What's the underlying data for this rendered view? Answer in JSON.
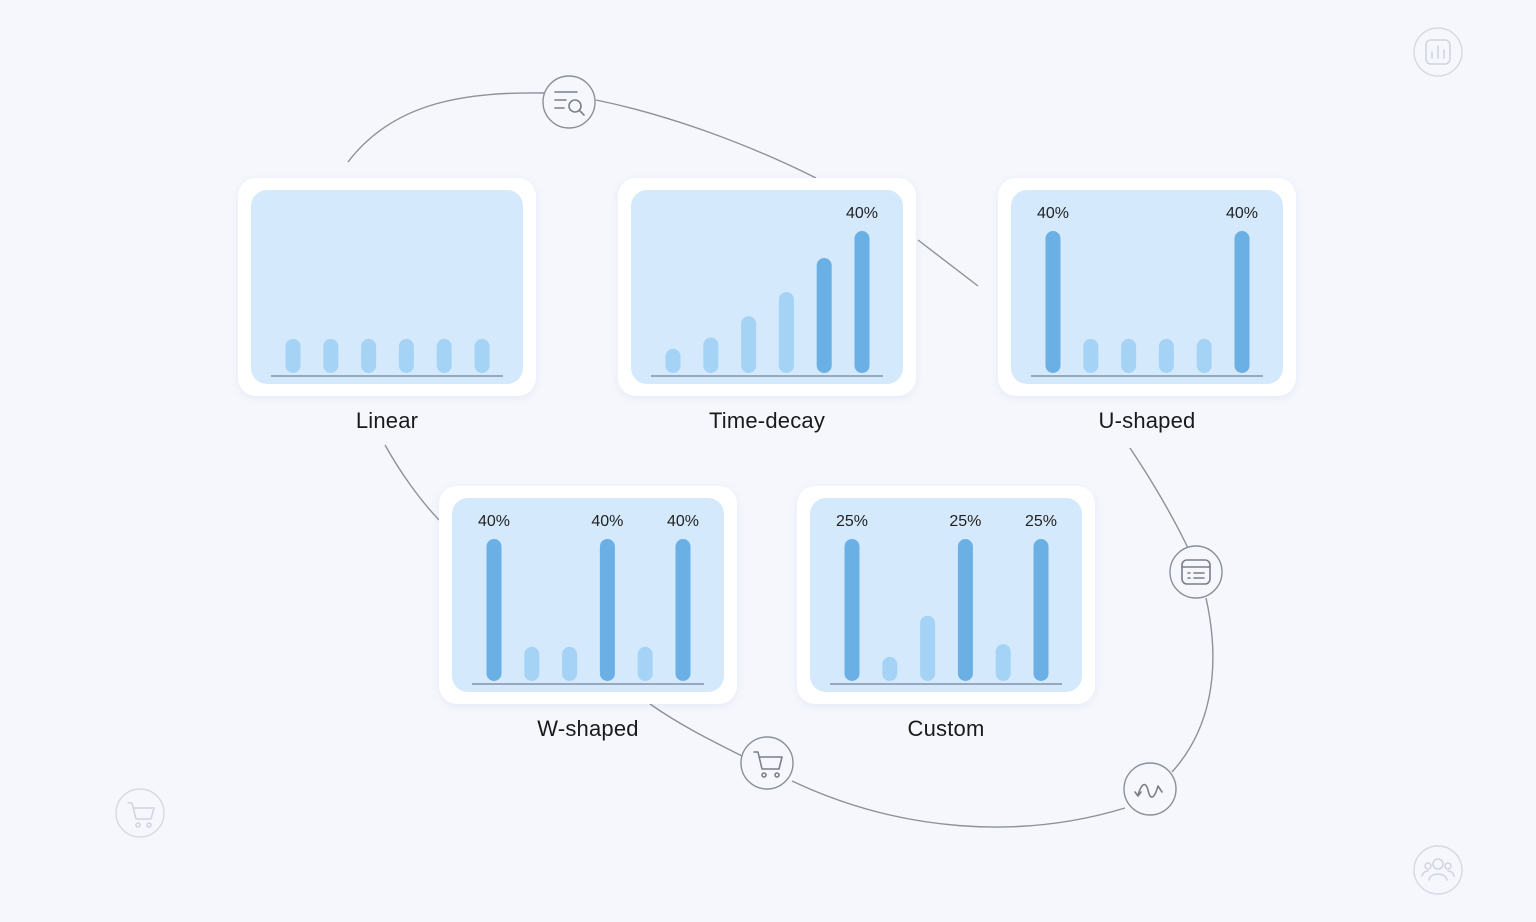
{
  "cards": [
    {
      "id": "linear",
      "label": "Linear",
      "bars": [
        {
          "level": 0.24,
          "tone": "light"
        },
        {
          "level": 0.24,
          "tone": "light"
        },
        {
          "level": 0.24,
          "tone": "light"
        },
        {
          "level": 0.24,
          "tone": "light"
        },
        {
          "level": 0.24,
          "tone": "light"
        },
        {
          "level": 0.24,
          "tone": "light"
        }
      ]
    },
    {
      "id": "time-decay",
      "label": "Time-decay",
      "bars": [
        {
          "level": 0.17,
          "tone": "light"
        },
        {
          "level": 0.25,
          "tone": "light"
        },
        {
          "level": 0.4,
          "tone": "light"
        },
        {
          "level": 0.57,
          "tone": "light"
        },
        {
          "level": 0.81,
          "tone": "dark"
        },
        {
          "level": 1.0,
          "tone": "dark",
          "label": "40%"
        }
      ]
    },
    {
      "id": "u-shaped",
      "label": "U-shaped",
      "bars": [
        {
          "level": 1.0,
          "tone": "dark",
          "label": "40%"
        },
        {
          "level": 0.24,
          "tone": "light"
        },
        {
          "level": 0.24,
          "tone": "light"
        },
        {
          "level": 0.24,
          "tone": "light"
        },
        {
          "level": 0.24,
          "tone": "light"
        },
        {
          "level": 1.0,
          "tone": "dark",
          "label": "40%"
        }
      ]
    },
    {
      "id": "w-shaped",
      "label": "W-shaped",
      "bars": [
        {
          "level": 1.0,
          "tone": "dark",
          "label": "40%"
        },
        {
          "level": 0.24,
          "tone": "light"
        },
        {
          "level": 0.24,
          "tone": "light"
        },
        {
          "level": 1.0,
          "tone": "dark",
          "label": "40%"
        },
        {
          "level": 0.24,
          "tone": "light"
        },
        {
          "level": 1.0,
          "tone": "dark",
          "label": "40%"
        }
      ]
    },
    {
      "id": "custom",
      "label": "Custom",
      "bars": [
        {
          "level": 1.0,
          "tone": "dark",
          "label": "25%"
        },
        {
          "level": 0.17,
          "tone": "light"
        },
        {
          "level": 0.46,
          "tone": "light"
        },
        {
          "level": 1.0,
          "tone": "dark",
          "label": "25%"
        },
        {
          "level": 0.26,
          "tone": "light"
        },
        {
          "level": 1.0,
          "tone": "dark",
          "label": "25%"
        }
      ]
    }
  ],
  "path_icons": [
    "search-list-icon",
    "shopping-cart-icon",
    "browser-list-icon",
    "route-icon"
  ],
  "corner_icons": [
    "bar-chart-icon",
    "shopping-cart-icon",
    "users-icon"
  ],
  "colors": {
    "background": "#f5f7fd",
    "card": "#ffffff",
    "card_inner": "#d4e9fb",
    "bar_light": "#a5d3f6",
    "bar_dark": "#6ab0e5",
    "connector": "#8d9199"
  }
}
